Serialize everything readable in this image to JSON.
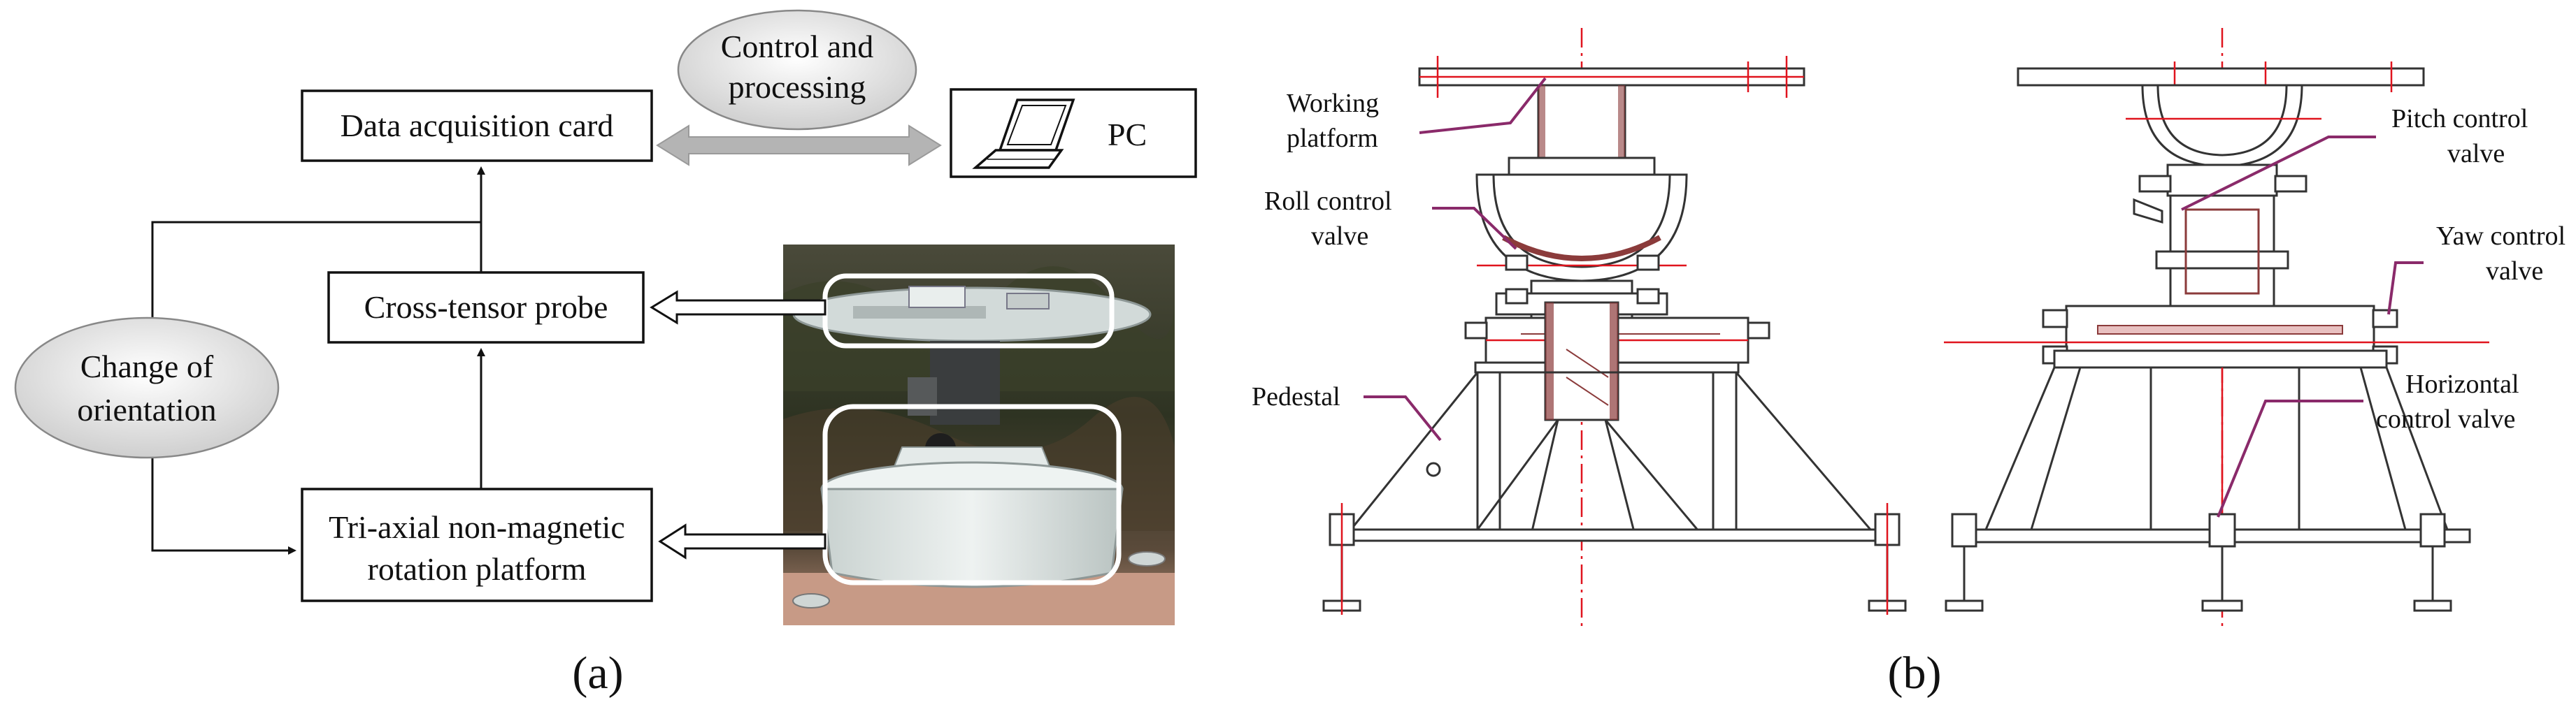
{
  "panel_a": {
    "caption": "(a)",
    "boxes": {
      "daq": "Data acquisition card",
      "pc": "PC",
      "probe": "Cross-tensor probe",
      "platform_line1": "Tri-axial non-magnetic",
      "platform_line2": "rotation platform"
    },
    "ellipses": {
      "control_line1": "Control and",
      "control_line2": "processing",
      "orientation_line1": "Change of",
      "orientation_line2": "orientation"
    },
    "icons": [
      "laptop-icon"
    ],
    "photo": "photo-of-rotation-platform"
  },
  "panel_b": {
    "caption": "(b)",
    "labels": {
      "working_platform_line1": "Working",
      "working_platform_line2": "platform",
      "roll_line1": "Roll control",
      "roll_line2": "valve",
      "pedestal": "Pedestal",
      "pitch_line1": "Pitch control",
      "pitch_line2": "valve",
      "yaw_line1": "Yaw control",
      "yaw_line2": "valve",
      "horizontal_line1": "Horizontal",
      "horizontal_line2": "control valve"
    }
  },
  "colors": {
    "leader": "#8a2a6a",
    "centerline": "#e0141e",
    "ellipse": "#d8d8d8",
    "arrow": "#b4b4b4"
  }
}
